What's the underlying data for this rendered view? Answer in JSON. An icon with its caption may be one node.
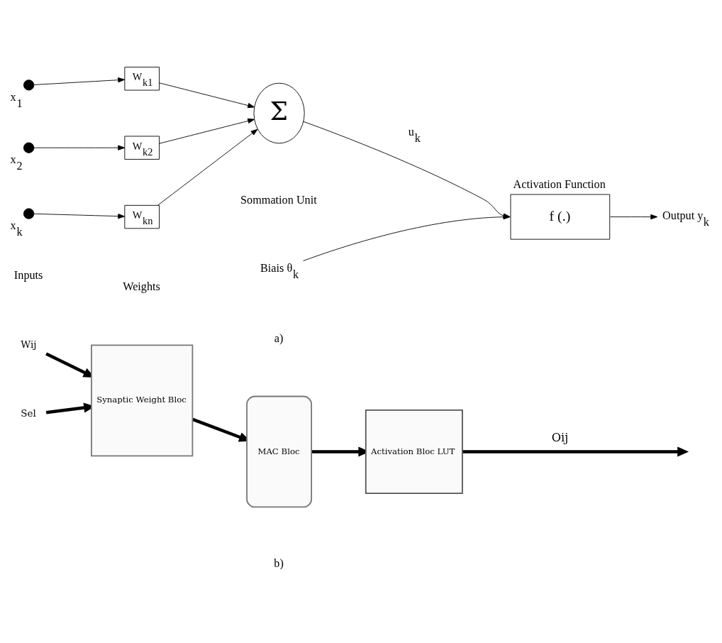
{
  "diagram": {
    "nodes": [
      {
        "text": [],
        "shape": "circle",
        "beside": [
          "x$_{1}$"
        ]
      },
      {
        "text": [],
        "shape": "circle",
        "beside": [
          "x$_{2}$"
        ]
      },
      {
        "text": [],
        "shape": "circle",
        "beside": [
          "x$_{k}$"
        ]
      },
      {
        "text": [
          "W$_{k1}$"
        ]
      },
      {
        "text": [
          "W$_{k2}$"
        ]
      },
      {
        "text": [
          "W$_{kn}$"
        ]
      },
      {
        "text": [
          "Σ"
        ]
      },
      {
        "text": [
          "f (.)"
        ],
        "beside": [
          "Activation Function"
        ]
      },
      {
        "text": [
          "Output y$_{k}$"
        ]
      },
      {
        "text": [
          "Biais θ$_{k}$"
        ]
      },
      {
        "text": [
          "Wij"
        ]
      },
      {
        "text": [
          "Sel"
        ]
      },
      {
        "text": [
          "Synaptic Weight Bloc"
        ]
      },
      {
        "text": [
          "MAC Bloc"
        ]
      },
      {
        "text": [
          "Activation Bloc LUT"
        ]
      }
    ],
    "edges": [
      {
        "from": 0,
        "to": 3,
        "arrow": "to"
      },
      {
        "from": 1,
        "to": 4,
        "arrow": "to"
      },
      {
        "from": 2,
        "to": 5,
        "arrow": "to"
      },
      {
        "from": 3,
        "to": 6,
        "arrow": "to"
      },
      {
        "from": 4,
        "to": 6,
        "arrow": "to"
      },
      {
        "from": 5,
        "to": 6,
        "arrow": "to"
      },
      {
        "from": 6,
        "to": 7,
        "arrow": "to",
        "label": "u$_{k}$"
      },
      {
        "from": 7,
        "to": 8,
        "arrow": "to"
      },
      {
        "from": 9,
        "to": 7,
        "arrow": "to"
      },
      {
        "from": 10,
        "to": 12,
        "arrow": "to",
        "style": "thick"
      },
      {
        "from": 11,
        "to": 12,
        "arrow": "to",
        "style": "thick"
      },
      {
        "from": 12,
        "to": 13,
        "arrow": "to",
        "style": "thick"
      },
      {
        "from": 13,
        "to": 14,
        "arrow": "to",
        "style": "thick"
      },
      {
        "from": 14,
        "to": null,
        "arrow": "to",
        "style": "thick",
        "label": "Oij"
      }
    ],
    "labels": [
      "Sommation Unit",
      "Inputs",
      "Weights",
      "a)",
      "b)"
    ]
  }
}
